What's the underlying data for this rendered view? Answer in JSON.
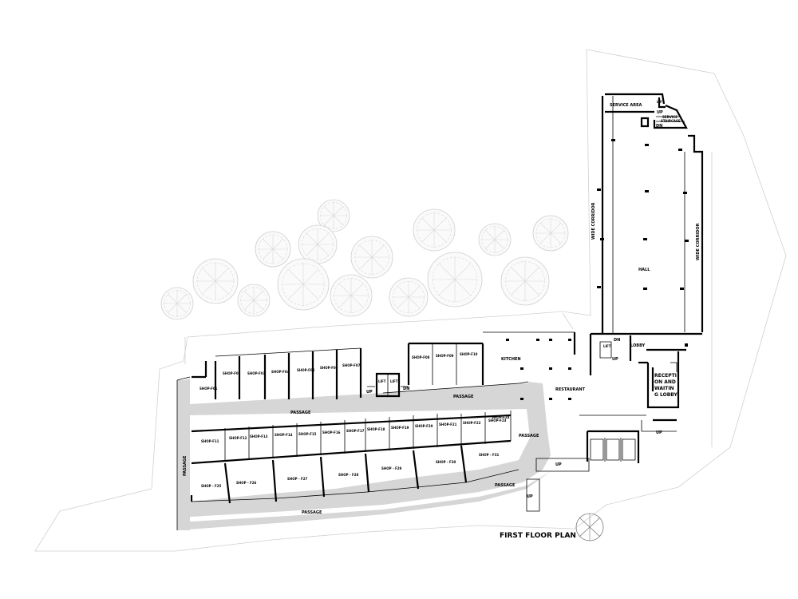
{
  "plan_title": "FIRST FLOOR PLAN",
  "rooms": {
    "service_area": "SERVICE AREA",
    "service_staircase_1": "SERVICE",
    "service_staircase_2": "STAIRCASE",
    "lift_service": "LIFT",
    "hall": "HALL",
    "wide_corridor_left": "WIDE CORRIDOR",
    "wide_corridor_right": "WIDE CORRIDOR",
    "lobby": "LOBBY",
    "lift_lobby": "LIFT",
    "kitchen": "KITCHEN",
    "restaurant": "RESTAURANT",
    "reception_1": "RECEPTI",
    "reception_2": "ON AND",
    "reception_3": "WAITIN",
    "reception_4": "G LOBBY",
    "lift_a": "LIFT",
    "lift_b": "LIFT"
  },
  "passages": {
    "top_left": "PASSAGE",
    "top_right": "PASSAGE",
    "left": "PASSAGE",
    "right": "PASSAGE",
    "bottom": "PASSAGE",
    "bottom_right": "PASSAGE"
  },
  "stairs": {
    "up_service": "UP",
    "dn_service": "DN",
    "dn_lobby": "DN",
    "up_lobby": "UP",
    "up_lift": "UP",
    "dn_lift": "DN",
    "up_reception": "UP",
    "up_ramp": "UP",
    "up_bottom": "UP"
  },
  "shops_top_left": [
    "SHOP-F01",
    "SHOP-F02",
    "SHOP-F03",
    "SHOP-F04",
    "SHOP-F05",
    "SHOP-F06",
    "SHOP-F07"
  ],
  "shops_top_right": [
    "SHOP-F08",
    "SHOP-F09",
    "SHOP-F10"
  ],
  "shops_middle": [
    "SHOP-F11",
    "SHOP-F12",
    "SHOP-F13",
    "SHOP-F14",
    "SHOP-F15",
    "SHOP-F16",
    "SHOP-F17",
    "SHOP-F18",
    "SHOP-F19",
    "SHOP-F20",
    "SHOP-F21",
    "SHOP-F22",
    "SHOP-F23",
    "SHOP-F24"
  ],
  "shops_bottom": [
    "SHOP - F25",
    "SHOP - F26",
    "SHOP - F27",
    "SHOP - F28",
    "SHOP - F29",
    "SHOP - F30",
    "SHOP - F31"
  ],
  "north_icon": "north-arrow-icon",
  "tree_icon": "tree-icon",
  "colors": {
    "wall": "#000000",
    "passage_fill": "#d6d6d6",
    "site_line": "#d0d0d0",
    "background": "#ffffff"
  }
}
